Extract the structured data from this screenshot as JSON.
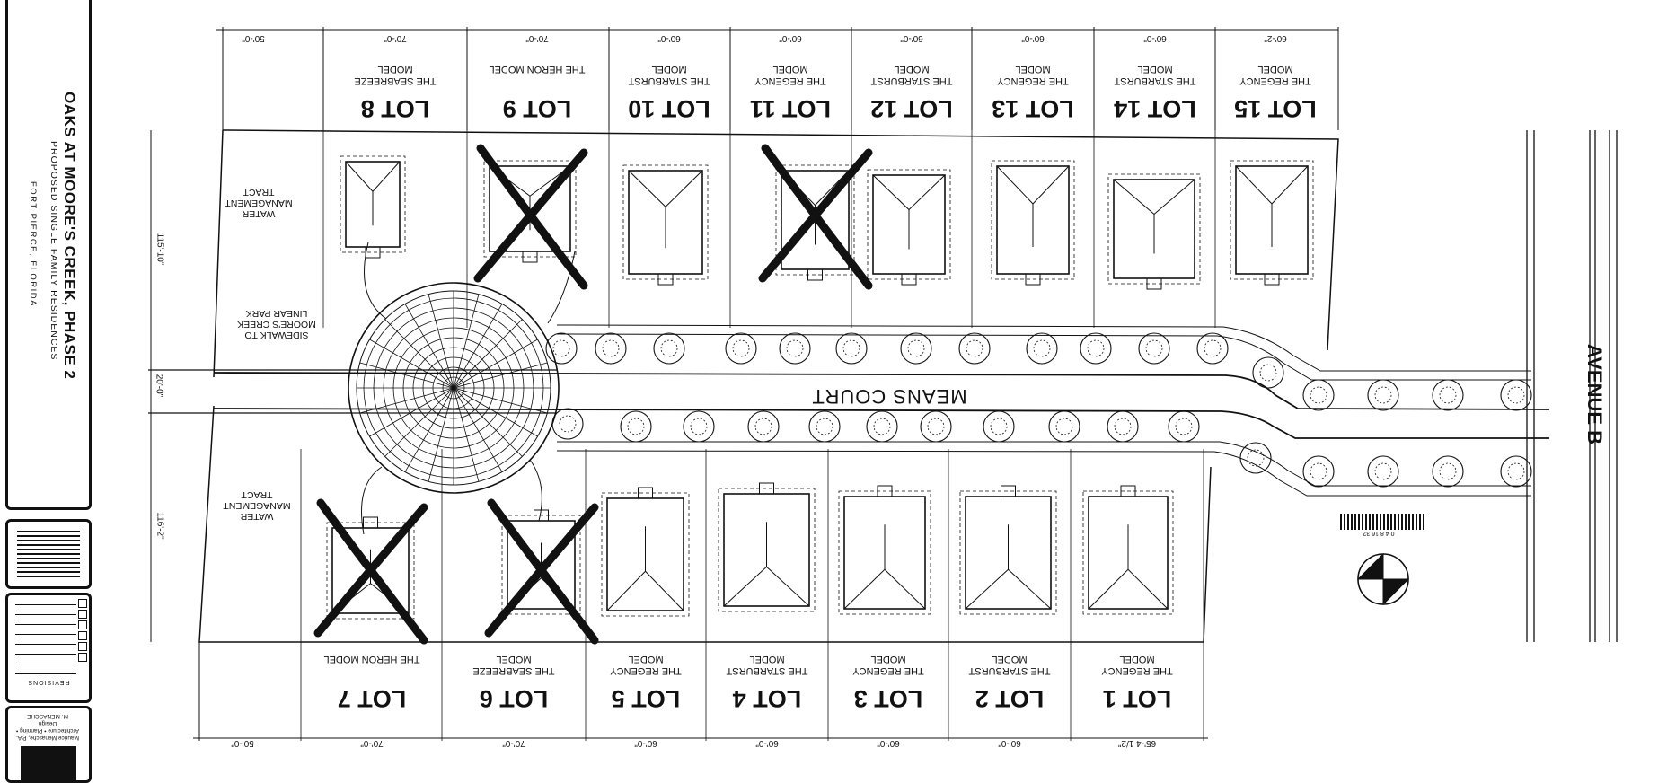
{
  "title_block": {
    "project": "OAKS AT MOORE'S CREEK, PHASE 2",
    "subtitle": "PROPOSED SINGLE FAMILY RESIDENCES",
    "location": "FORT PIERCE, FLORIDA",
    "revisions_label": "REVISIONS",
    "firm_line1": "Maurice Menasche, P.A.",
    "firm_line2": "Architecture • Planning • Design",
    "firm_line3": "M. MENASCHE"
  },
  "site": {
    "street": "MEANS COURT",
    "avenue": "AVENUE B",
    "north_lots": [
      {
        "lot": "LOT 8",
        "model": "THE SEABREEZE MODEL",
        "width": "70'-0\"",
        "crossed": false
      },
      {
        "lot": "LOT 9",
        "model": "THE HERON MODEL",
        "width": "70'-0\"",
        "crossed": true
      },
      {
        "lot": "LOT 10",
        "model": "THE STARBURST MODEL",
        "width": "60'-0\"",
        "crossed": false
      },
      {
        "lot": "LOT 11",
        "model": "THE REGENCY MODEL",
        "width": "60'-0\"",
        "crossed": true
      },
      {
        "lot": "LOT 12",
        "model": "THE STARBURST MODEL",
        "width": "60'-0\"",
        "crossed": false
      },
      {
        "lot": "LOT 13",
        "model": "THE REGENCY MODEL",
        "width": "60'-0\"",
        "crossed": false
      },
      {
        "lot": "LOT 14",
        "model": "THE STARBURST MODEL",
        "width": "60'-0\"",
        "crossed": false
      },
      {
        "lot": "LOT 15",
        "model": "THE REGENCY MODEL",
        "width": "60'-2\"",
        "crossed": false
      }
    ],
    "south_lots": [
      {
        "lot": "LOT 7",
        "model": "THE HERON MODEL",
        "width": "70'-0\"",
        "crossed": true
      },
      {
        "lot": "LOT 6",
        "model": "THE SEABREEZE MODEL",
        "width": "70'-0\"",
        "crossed": true
      },
      {
        "lot": "LOT 5",
        "model": "THE REGENCY MODEL",
        "width": "60'-0\"",
        "crossed": false
      },
      {
        "lot": "LOT 4",
        "model": "THE STARBURST MODEL",
        "width": "60'-0\"",
        "crossed": false
      },
      {
        "lot": "LOT 3",
        "model": "THE REGENCY MODEL",
        "width": "60'-0\"",
        "crossed": false
      },
      {
        "lot": "LOT 2",
        "model": "THE STARBURST MODEL",
        "width": "60'-0\"",
        "crossed": false
      },
      {
        "lot": "LOT 1",
        "model": "THE REGENCY MODEL",
        "width": "65'-4 1/2\"",
        "crossed": false
      }
    ],
    "north_end_width": "50'-0\"",
    "south_end_width": "50'-0\"",
    "north_tract": "WATER MANAGEMENT TRACT",
    "south_tract": "WATER MANAGEMENT TRACT",
    "sidewalk_note": "SIDEWALK TO MOORE'S CREEK LINEAR PARK",
    "depth_north": "115'-10\"",
    "depth_south": "116'-2\"",
    "row_width": "20'-0\"",
    "scale_numbers": "0  4  8    16                  32"
  }
}
